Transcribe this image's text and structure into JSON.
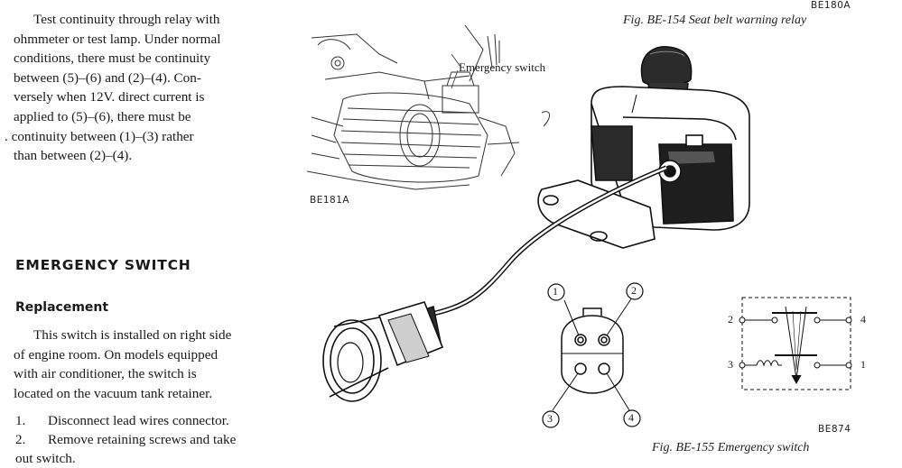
{
  "left_column": {
    "intro_paragraph": [
      "Test continuity through relay with",
      "ohmmeter or test lamp. Under normal",
      "conditions, there must be continuity",
      "between (5)–(6) and (2)–(4). Con-",
      "versely when 12V. direct current is",
      "applied to (5)–(6), there must be",
      ". continuity between (1)–(3) rather",
      "than between (2)–(4)."
    ],
    "section_heading": "EMERGENCY SWITCH",
    "subheading": "Replacement",
    "replacement_paragraph": [
      "This switch is installed on right side",
      "of engine room. On models equipped",
      "with air conditioner, the switch is",
      "located on the vacuum tank retainer."
    ],
    "steps": [
      {
        "number": "1.",
        "text": "Disconnect lead wires connector."
      },
      {
        "number": "2.",
        "text": "Remove retaining screws and take"
      },
      {
        "number": "",
        "text": "out switch."
      }
    ]
  },
  "engine_figure": {
    "callout_label": "Emergency switch",
    "code": "BE181A"
  },
  "relay_figure": {
    "code": "BE180A",
    "caption": "Fig. BE-154 Seat belt warning relay"
  },
  "connector_figure": {
    "pin_labels": [
      "1",
      "2",
      "3",
      "4"
    ]
  },
  "schematic_figure": {
    "terminal_labels": [
      "2",
      "4",
      "3",
      "1"
    ],
    "code": "BE874",
    "caption": "Fig. BE-155 Emergency switch"
  }
}
